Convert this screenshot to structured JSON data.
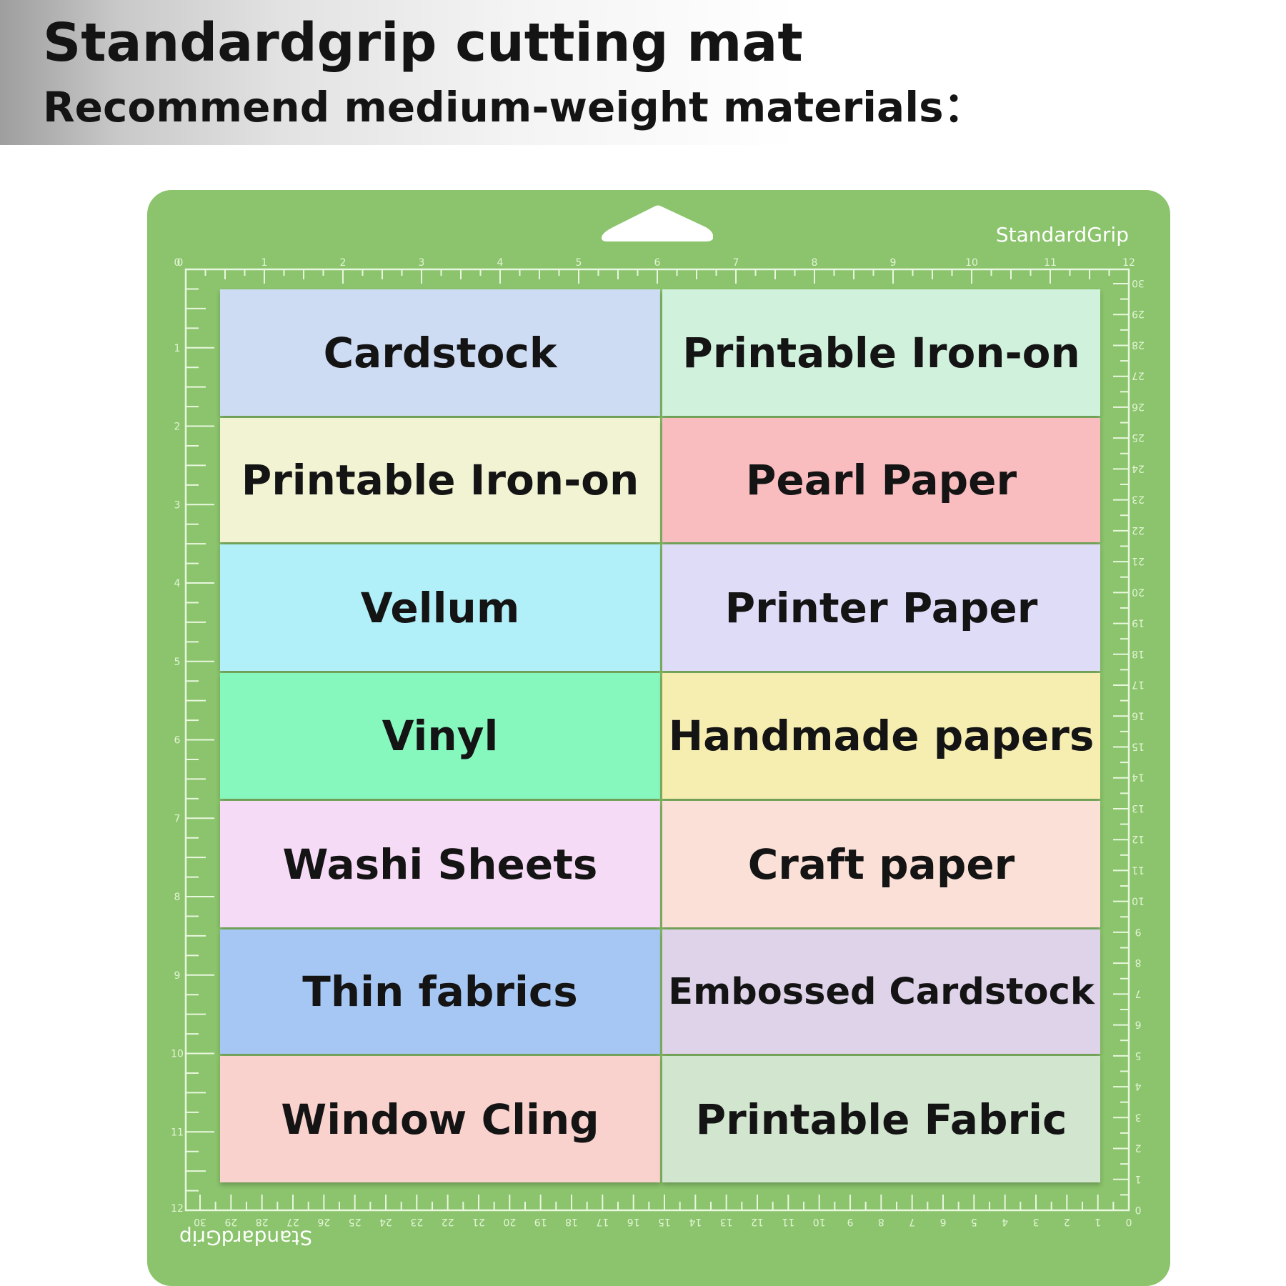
{
  "header": {
    "title": "Standardgrip cutting mat",
    "subtitle": "Recommend medium-weight materials："
  },
  "mat": {
    "brand_top": "StandardGrip",
    "brand_bottom": "StandardGrip",
    "color": "#8bc46c",
    "inch_scale": [
      "0",
      "1",
      "2",
      "3",
      "4",
      "5",
      "6",
      "7",
      "8",
      "9",
      "10",
      "11",
      "12"
    ],
    "cm_scale": [
      "0",
      "1",
      "2",
      "3",
      "4",
      "5",
      "6",
      "7",
      "8",
      "9",
      "10",
      "11",
      "12",
      "13",
      "14",
      "15",
      "16",
      "17",
      "18",
      "19",
      "20",
      "21",
      "22",
      "23",
      "24",
      "25",
      "26",
      "27",
      "28",
      "29",
      "30"
    ]
  },
  "materials": [
    {
      "label": "Cardstock",
      "color": "#cddcf3"
    },
    {
      "label": "Printable Iron-on",
      "color": "#d0f2dd"
    },
    {
      "label": "Printable Iron-on",
      "color": "#f1f3d2"
    },
    {
      "label": "Pearl Paper",
      "color": "#f9bcbf"
    },
    {
      "label": "Vellum",
      "color": "#b1f0f8"
    },
    {
      "label": "Printer Paper",
      "color": "#dfdcf8"
    },
    {
      "label": "Vinyl",
      "color": "#86f8be"
    },
    {
      "label": "Handmade papers",
      "color": "#f6eeb1"
    },
    {
      "label": "Washi Sheets",
      "color": "#f5dbf6"
    },
    {
      "label": "Craft paper",
      "color": "#fbe0d8"
    },
    {
      "label": "Thin fabrics",
      "color": "#a6c6f4"
    },
    {
      "label": "Embossed Cardstock",
      "color": "#dfd3ea"
    },
    {
      "label": "Window Cling",
      "color": "#f9d1cd"
    },
    {
      "label": "Printable Fabric",
      "color": "#d1e5cf"
    }
  ]
}
